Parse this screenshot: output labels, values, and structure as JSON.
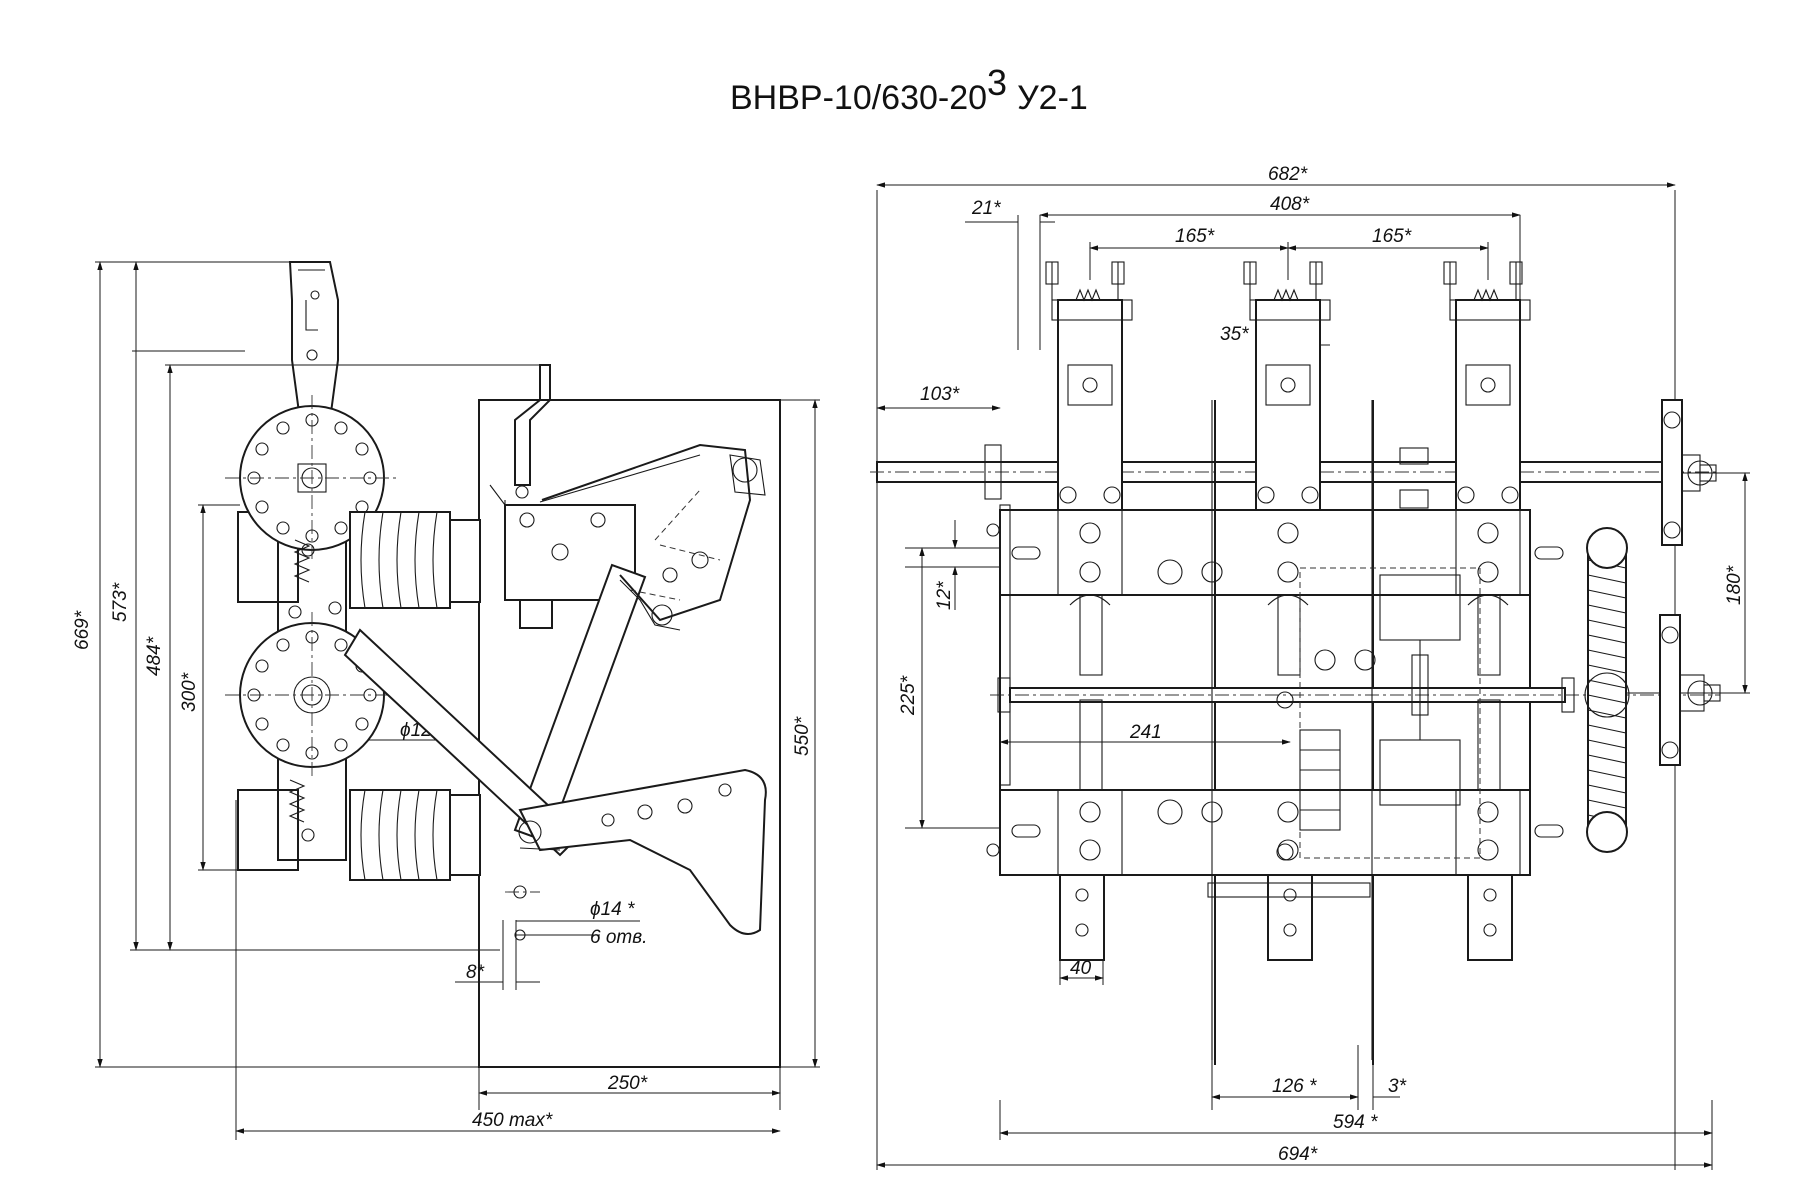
{
  "title": {
    "main": "ВНВР-10/630-20",
    "sup": "3",
    "suffix": "У2-1"
  },
  "side_view": {
    "dim_669": "669*",
    "dim_573": "573*",
    "dim_484": "484*",
    "dim_300": "300*",
    "dim_550": "550*",
    "dim_phi120": "ϕ120*",
    "dim_phi14": "ϕ14 *",
    "dim_holes": "6 отв.",
    "dim_8": "8*",
    "dim_250": "250*",
    "dim_450": "450 max*"
  },
  "front_view": {
    "dim_682": "682*",
    "dim_408": "408*",
    "dim_21": "21*",
    "dim_165a": "165*",
    "dim_165b": "165*",
    "dim_35": "35*",
    "dim_103": "103*",
    "dim_12": "12*",
    "dim_225": "225*",
    "dim_241": "241",
    "dim_180": "180*",
    "dim_40": "40",
    "dim_126": "126 *",
    "dim_3": "3*",
    "dim_594": "594 *",
    "dim_694": "694*"
  }
}
